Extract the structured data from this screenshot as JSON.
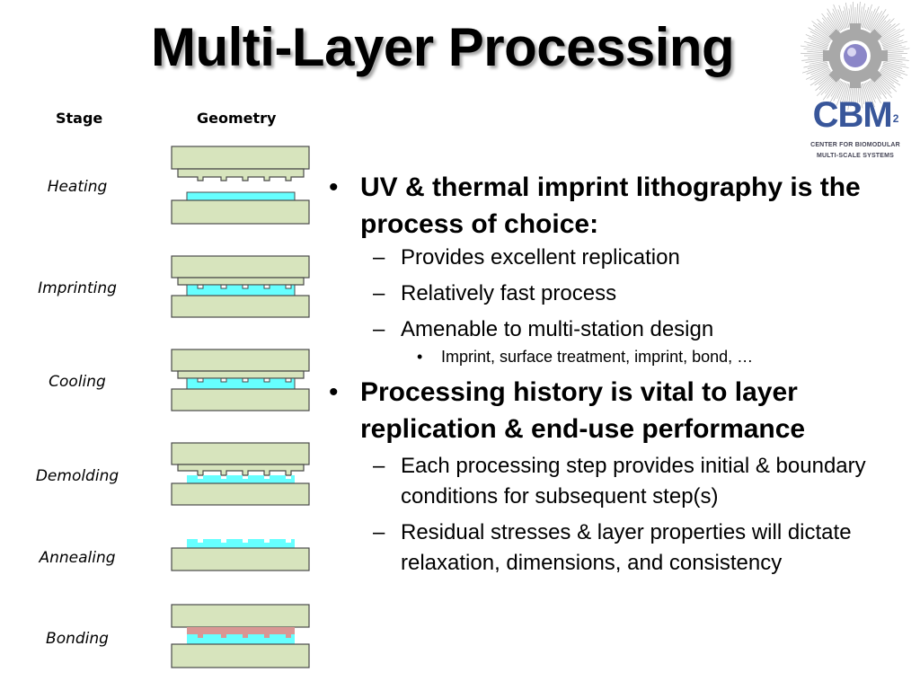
{
  "title": "Multi-Layer Processing",
  "logo": {
    "text": "CBM",
    "superscript": "2",
    "subtitle_line1": "CENTER FOR BIOMODULAR",
    "subtitle_line2": "MULTI-SCALE SYSTEMS"
  },
  "table": {
    "stage_header": "Stage",
    "geometry_header": "Geometry",
    "stages": [
      {
        "label": "Heating"
      },
      {
        "label": "Imprinting"
      },
      {
        "label": "Cooling"
      },
      {
        "label": "Demolding"
      },
      {
        "label": "Annealing"
      },
      {
        "label": "Bonding"
      }
    ]
  },
  "bullets": [
    {
      "text": "UV & thermal imprint lithography is the process of choice:",
      "sub": [
        {
          "text": "Provides excellent replication"
        },
        {
          "text": "Relatively fast process"
        },
        {
          "text": "Amenable to multi-station design",
          "sub": [
            "Imprint, surface treatment, imprint, bond, …"
          ]
        }
      ]
    },
    {
      "text": "Processing history is vital to layer replication & end-use performance",
      "sub": [
        {
          "text": "Each processing step provides initial & boundary conditions for subsequent step(s)"
        },
        {
          "text": "Residual stresses & layer properties will dictate relaxation, dimensions, and consistency"
        }
      ]
    }
  ],
  "colors": {
    "plate_fill": "#d7e4bd",
    "plate_stroke": "#4a4a4a",
    "polymer_fill": "#66ffff",
    "bond_fill": "#d99694",
    "logo_blue": "#38569a"
  }
}
